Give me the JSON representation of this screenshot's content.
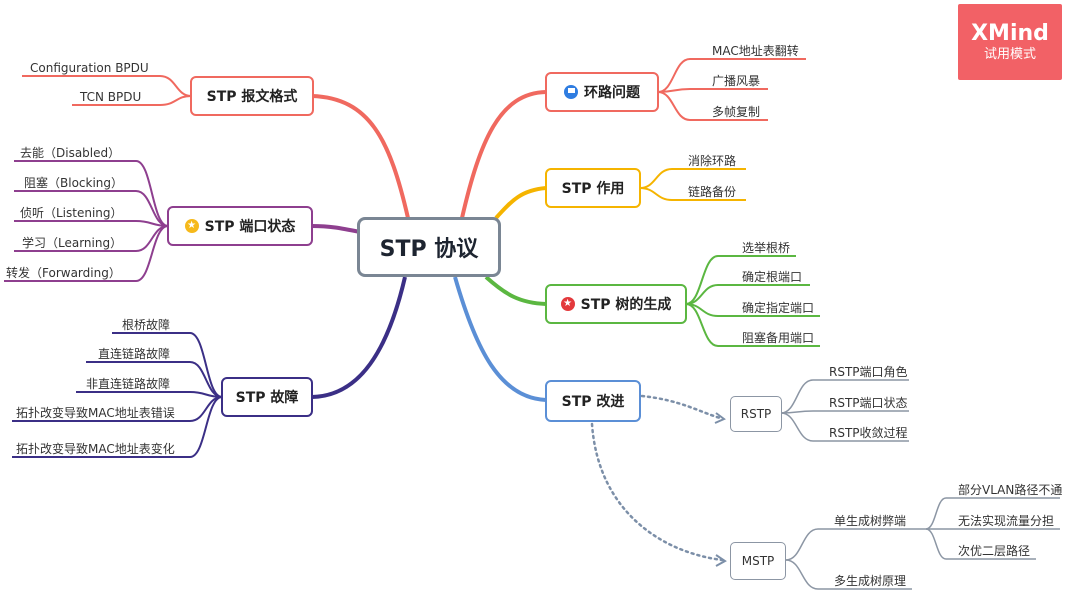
{
  "badge": {
    "brand": "XMind",
    "mode": "试用模式"
  },
  "center": {
    "label": "STP 协议"
  },
  "topics": {
    "packet": {
      "label": "STP 报文格式",
      "leaves": [
        "Configuration BPDU",
        "TCN BPDU"
      ]
    },
    "ports": {
      "label": "STP 端口状态",
      "icon": "star-icon",
      "leaves": [
        "去能（Disabled）",
        "阻塞（Blocking）",
        "侦听（Listening）",
        "学习（Learning）",
        "转发（Forwarding）"
      ]
    },
    "faults": {
      "label": "STP 故障",
      "leaves": [
        "根桥故障",
        "直连链路故障",
        "非直连链路故障",
        "拓扑改变导致MAC地址表错误",
        "拓扑改变导致MAC地址表变化"
      ]
    },
    "loop": {
      "label": "环路问题",
      "icon": "flag-icon",
      "leaves": [
        "MAC地址表翻转",
        "广播风暴",
        "多帧复制"
      ]
    },
    "role": {
      "label": "STP 作用",
      "leaves": [
        "消除环路",
        "链路备份"
      ]
    },
    "tree": {
      "label": "STP 树的生成",
      "icon": "star-icon",
      "leaves": [
        "选举根桥",
        "确定根端口",
        "确定指定端口",
        "阻塞备用端口"
      ]
    },
    "improve": {
      "label": "STP 改进"
    }
  },
  "rstp": {
    "label": "RSTP",
    "leaves": [
      "RSTP端口角色",
      "RSTP端口状态",
      "RSTP收敛过程"
    ]
  },
  "mstp": {
    "label": "MSTP",
    "branches": [
      {
        "label": "单生成树弊端",
        "leaves": [
          "部分VLAN路径不通",
          "无法实现流量分担",
          "次优二层路径"
        ]
      },
      {
        "label": "多生成树原理"
      }
    ]
  },
  "colors": {
    "packet": "#f0695f",
    "loop": "#f0695f",
    "ports": "#8e3f8f",
    "faults": "#3b2f86",
    "role": "#f5b400",
    "tree": "#5bb741",
    "improve": "#5b8fd6",
    "dotted": "#7c8fa8"
  }
}
